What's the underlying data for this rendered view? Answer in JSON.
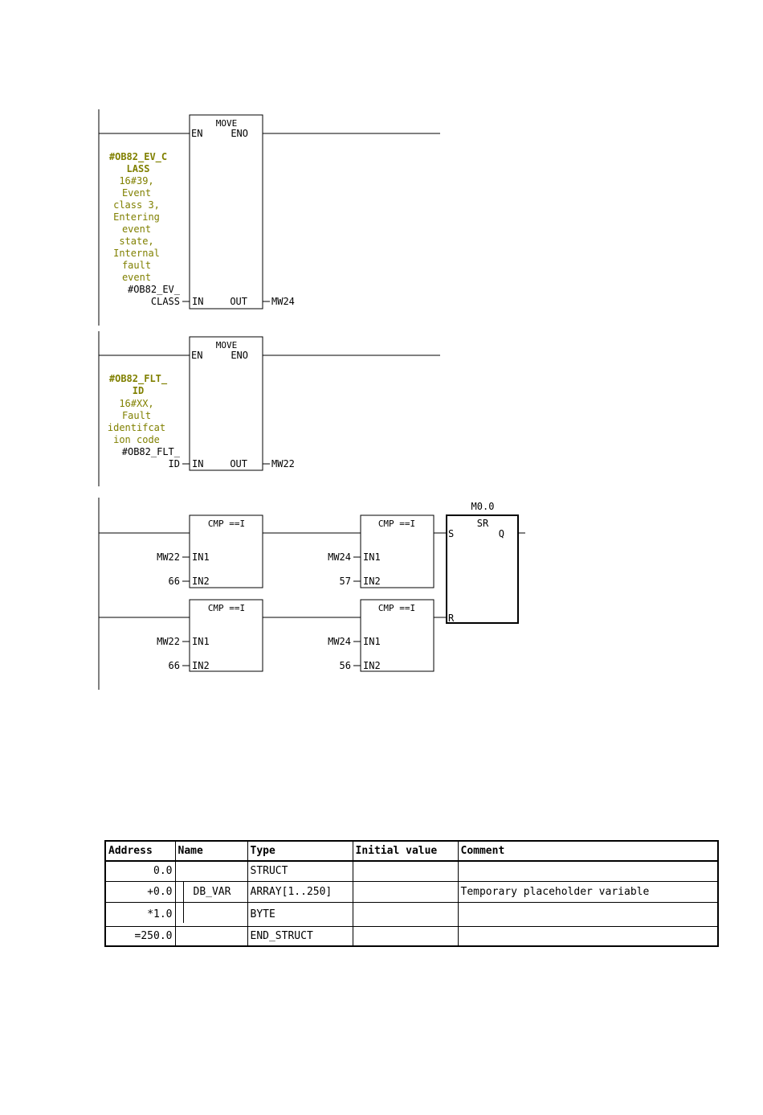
{
  "networks": [
    {
      "box_title": "MOVE",
      "en_label": "EN",
      "eno_label": "ENO",
      "in_label": "IN",
      "out_label": "OUT",
      "in_operand_comment_symbol_lines": [
        "#OB82_EV_C",
        "LASS"
      ],
      "in_operand_comment_lines": [
        "16#39,",
        "Event",
        "class 3,",
        "Entering",
        "event",
        "state,",
        "Internal",
        "fault",
        "event"
      ],
      "in_operand_lines": [
        "#OB82_EV_",
        "CLASS"
      ],
      "out_operand": "MW24"
    },
    {
      "box_title": "MOVE",
      "en_label": "EN",
      "eno_label": "ENO",
      "in_label": "IN",
      "out_label": "OUT",
      "in_operand_comment_symbol_lines": [
        "#OB82_FLT_",
        "ID"
      ],
      "in_operand_comment_lines": [
        "16#XX,",
        "Fault",
        "identifcat",
        "ion code"
      ],
      "in_operand_lines": [
        "#OB82_FLT_",
        "ID"
      ],
      "out_operand": "MW22"
    }
  ],
  "network3": {
    "comparators": [
      {
        "title": "CMP ==I",
        "in1_label": "IN1",
        "in2_label": "IN2",
        "in1": "MW22",
        "in2": "66"
      },
      {
        "title": "CMP ==I",
        "in1_label": "IN1",
        "in2_label": "IN2",
        "in1": "MW24",
        "in2": "57"
      },
      {
        "title": "CMP ==I",
        "in1_label": "IN1",
        "in2_label": "IN2",
        "in1": "MW22",
        "in2": "66"
      },
      {
        "title": "CMP ==I",
        "in1_label": "IN1",
        "in2_label": "IN2",
        "in1": "MW24",
        "in2": "56"
      }
    ],
    "sr": {
      "address": "M0.0",
      "title": "SR",
      "s_label": "S",
      "r_label": "R",
      "q_label": "Q"
    }
  },
  "db_table": {
    "headers": [
      "Address",
      "Name",
      "Type",
      "Initial value",
      "Comment"
    ],
    "rows": [
      {
        "address": "0.0",
        "name": "",
        "type": "STRUCT",
        "initial": "",
        "comment": ""
      },
      {
        "address": "+0.0",
        "name": "DB_VAR",
        "type": "ARRAY[1..250]",
        "initial": "",
        "comment": "Temporary placeholder variable"
      },
      {
        "address": "*1.0",
        "name": "",
        "type": "BYTE",
        "initial": "",
        "comment": ""
      },
      {
        "address": "=250.0",
        "name": "",
        "type": "END_STRUCT",
        "initial": "",
        "comment": ""
      }
    ]
  }
}
